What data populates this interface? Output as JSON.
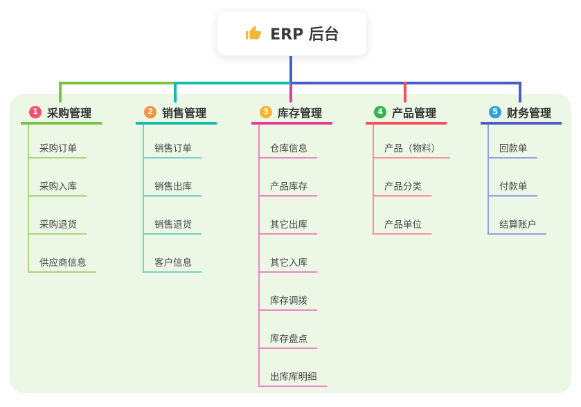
{
  "canvas": {
    "page_bg": "#ffffff",
    "panel_bg": "#ecf7e6"
  },
  "root": {
    "title": "ERP 后台",
    "icon": "thumbs-up-icon",
    "icon_color": "#f2b73a"
  },
  "trunk": {
    "center_line_color": "#4a5cc5"
  },
  "branches": [
    {
      "num": "1",
      "title": "采购管理",
      "circle_color": "#f4526e",
      "line_color": "#7dc242",
      "subline_color": "#a9d57e",
      "items": [
        "采购订单",
        "采购入库",
        "采购退货",
        "供应商信息"
      ]
    },
    {
      "num": "2",
      "title": "销售管理",
      "circle_color": "#f9913d",
      "line_color": "#16b9ac",
      "subline_color": "#74d3c9",
      "items": [
        "销售订单",
        "销售出库",
        "销售退货",
        "客户信息"
      ]
    },
    {
      "num": "3",
      "title": "库存管理",
      "circle_color": "#fbb42c",
      "line_color": "#e23a98",
      "subline_color": "#ec85c1",
      "items": [
        "仓库信息",
        "产品库存",
        "其它出库",
        "其它入库",
        "库存调拨",
        "库存盘点",
        "出库库明细"
      ]
    },
    {
      "num": "4",
      "title": "产品管理",
      "circle_color": "#33b34a",
      "line_color": "#f4505c",
      "subline_color": "#f7929a",
      "items": [
        "产品（物料）",
        "产品分类",
        "产品单位"
      ]
    },
    {
      "num": "5",
      "title": "财务管理",
      "circle_color": "#33a0dc",
      "line_color": "#4a5cc5",
      "subline_color": "#93a2e2",
      "items": [
        "回款单",
        "付款单",
        "结算账户"
      ]
    }
  ]
}
